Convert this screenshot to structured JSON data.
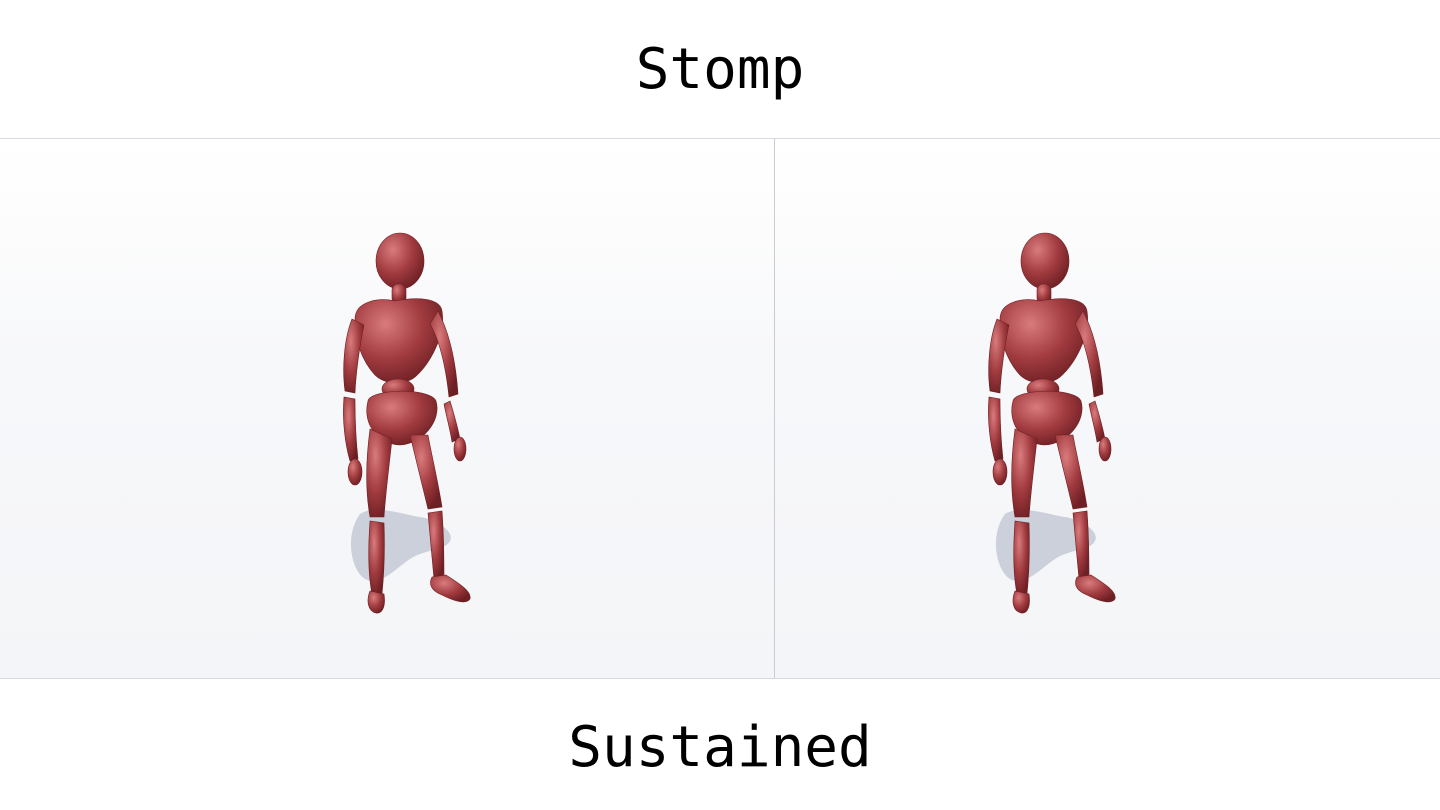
{
  "title": "Stomp",
  "subtitle": "Sustained",
  "colors": {
    "figure": "#a23c40",
    "figure_highlight": "#d97b7d",
    "figure_shadow": "#6e1f24",
    "ground_shadow": "#c7ccd6"
  },
  "icons": {
    "left_panel": "mannequin-figure",
    "right_panel": "mannequin-figure"
  }
}
